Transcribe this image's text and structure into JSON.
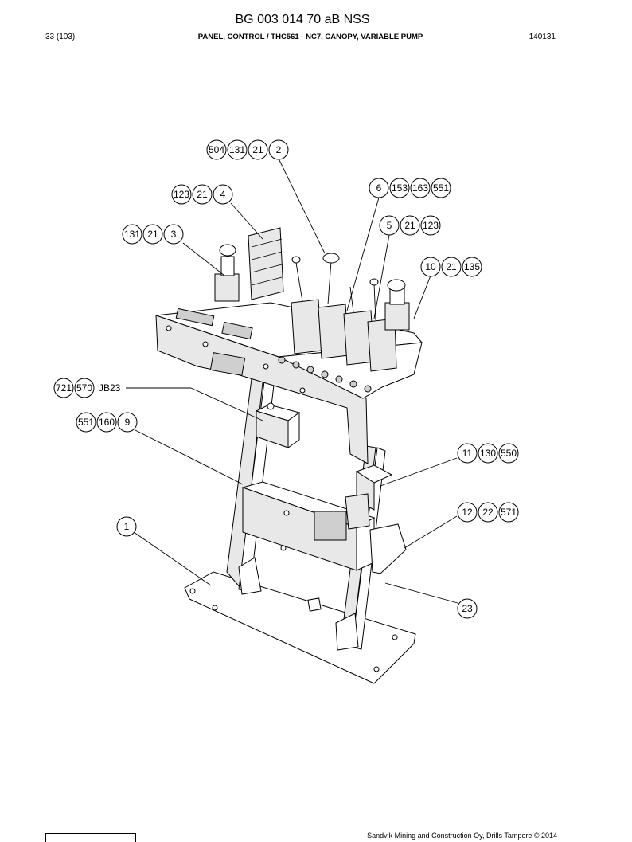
{
  "header": {
    "doc_number": "BG 003 014 70 aB NSS",
    "page": "33 (103)",
    "title": "PANEL, CONTROL / THC561 - NC7, CANOPY, VARIABLE PUMP",
    "date_code": "140131"
  },
  "callouts": [
    {
      "nums": [
        "504",
        "131",
        "21",
        "2"
      ]
    },
    {
      "nums": [
        "123",
        "21",
        "4"
      ]
    },
    {
      "nums": [
        "6",
        "153",
        "163",
        "551"
      ]
    },
    {
      "nums": [
        "5",
        "21",
        "123"
      ]
    },
    {
      "nums": [
        "131",
        "21",
        "3"
      ]
    },
    {
      "nums": [
        "10",
        "21",
        "135"
      ]
    },
    {
      "nums": [
        "721",
        "570"
      ],
      "label": "JB23"
    },
    {
      "nums": [
        "551",
        "160",
        "9"
      ]
    },
    {
      "nums": [
        "11",
        "130",
        "550"
      ]
    },
    {
      "nums": [
        "12",
        "22",
        "571"
      ]
    },
    {
      "nums": [
        "1"
      ]
    },
    {
      "nums": [
        "23"
      ]
    }
  ],
  "footer": {
    "copyright": "Sandvik Mining and Construction Oy, Drills Tampere © 2014"
  }
}
